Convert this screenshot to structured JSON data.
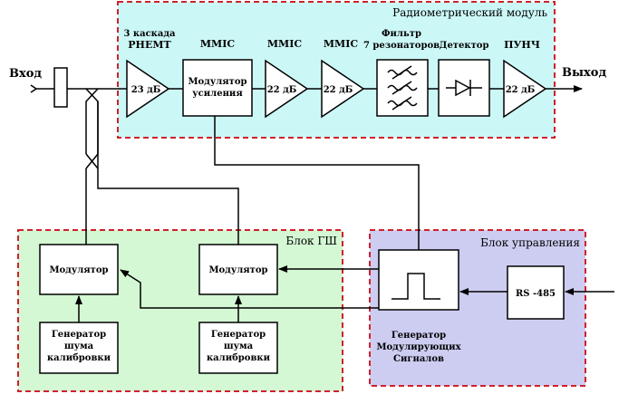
{
  "sections": {
    "radiometric": {
      "title": "Радиометрический модуль",
      "fill": "#ccf7f7"
    },
    "noise": {
      "title": "Блок ГШ",
      "fill": "#d4f7d4"
    },
    "control": {
      "title": "Блок управления",
      "fill": "#cdcdf2"
    }
  },
  "io": {
    "input": "Вход",
    "output": "Выход"
  },
  "amps": {
    "phemt": {
      "top1": "3 каскада",
      "top2": "PHEMT",
      "gain": "23 дБ"
    },
    "mmic1": {
      "top": "MMIC",
      "gain": "22 дБ"
    },
    "mmic2": {
      "top": "MMIC",
      "gain": "22 дБ"
    },
    "punch": {
      "top": "ПУНЧ",
      "gain": "22 дБ"
    }
  },
  "blocks": {
    "gain_modulator": {
      "top": "MMIC",
      "line1": "Модулятор",
      "line2": "усиления"
    },
    "filter": {
      "top1": "Фильтр",
      "top2": "7 резонаторов"
    },
    "detector": {
      "top": "Детектор"
    },
    "modulator_left": {
      "label": "Модулятор"
    },
    "modulator_mid": {
      "label": "Модулятор"
    },
    "noise_gen_left": {
      "line1": "Генератор",
      "line2": "шума",
      "line3": "калибровки"
    },
    "noise_gen_mid": {
      "line1": "Генератор",
      "line2": "шума",
      "line3": "калибровки"
    },
    "mod_signal_gen": {
      "line1": "Генератор",
      "line2": "Модулирующих",
      "line3": "Сигналов"
    },
    "rs485": {
      "label": "RS -485"
    }
  }
}
